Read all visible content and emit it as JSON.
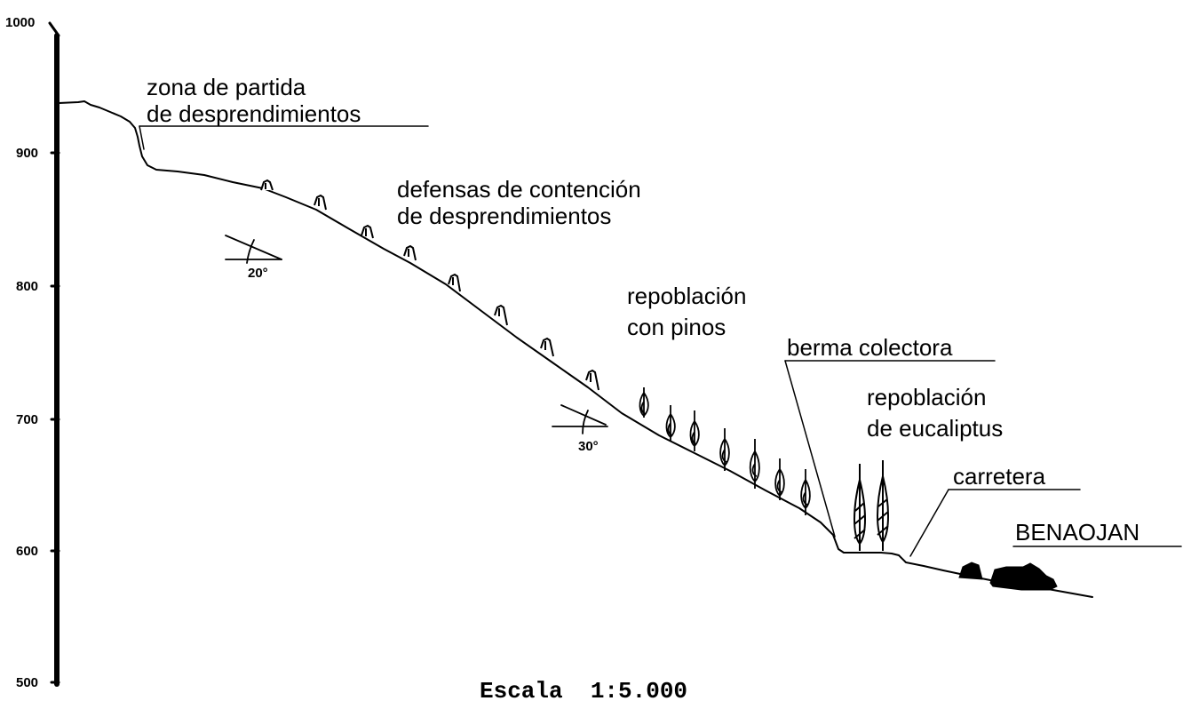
{
  "axis": {
    "ticks": [
      "1000",
      "900",
      "800",
      "700",
      "600",
      "500"
    ]
  },
  "labels": {
    "zona_line1": "zona de partida",
    "zona_line2": "de desprendimientos",
    "defensas_line1": "defensas de contención",
    "defensas_line2": "de desprendimientos",
    "pinos_line1": "repoblación",
    "pinos_line2": "con pinos",
    "berma": "berma colectora",
    "eucaliptus_line1": "repoblación",
    "eucaliptus_line2": "de eucaliptus",
    "carretera": "carretera",
    "town": "BENAOJAN"
  },
  "angles": {
    "upper": "20°",
    "lower": "30°"
  },
  "scale": "Escala  1:5.000"
}
